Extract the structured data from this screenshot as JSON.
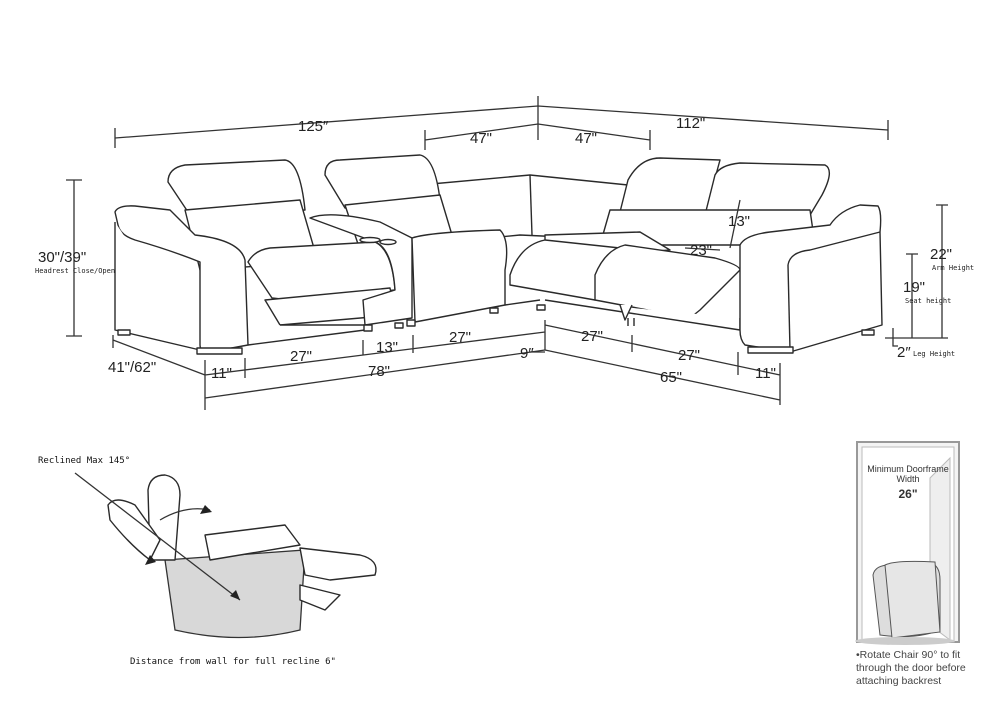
{
  "dimensions": {
    "total_left_width": "125″",
    "total_right_width": "112\"",
    "corner_left": "47\"",
    "corner_right": "47\"",
    "overall_height": "30\"/39\"",
    "overall_height_note": "Headrest Close/Open",
    "depth": "41\"/62\"",
    "left_arm": "11\"",
    "left_seat": "27\"",
    "console": "13\"",
    "left_corner_seat": "27\"",
    "corner_gap": "9″",
    "left_section_length": "78\"",
    "right_seat_1": "27\"",
    "right_seat_2": "27\"",
    "right_arm": "11\"",
    "right_section_length": "65\"",
    "headrest": "13\"",
    "seat_depth": "23\"",
    "arm_height": "22\"",
    "arm_height_label": "Arm Height",
    "seat_height": "19\"",
    "seat_height_label": "Seat height",
    "leg_height": "2″",
    "leg_height_label": "Leg Height"
  },
  "recliner": {
    "max_angle": "Reclined Max 145°",
    "wall_distance": "Distance from wall for full recline 6\""
  },
  "doorframe": {
    "title_line1": "Minimum Doorframe",
    "title_line2": "Width",
    "width": "26\"",
    "note_line1": "•Rotate Chair 90° to fit",
    "note_line2": "through the door before",
    "note_line3": "attaching backrest"
  }
}
